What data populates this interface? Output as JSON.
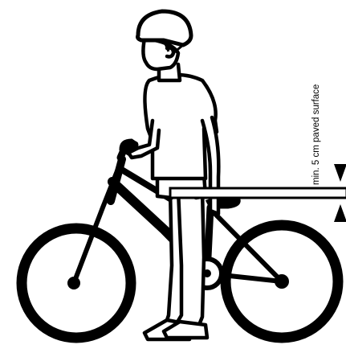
{
  "diagram": {
    "annotation": "min. 5 cm paved surface",
    "colors": {
      "line": "#000000",
      "fill": "#ffffff"
    },
    "icons": [
      "person-figure",
      "bicycle",
      "height-marker-arrows"
    ]
  }
}
